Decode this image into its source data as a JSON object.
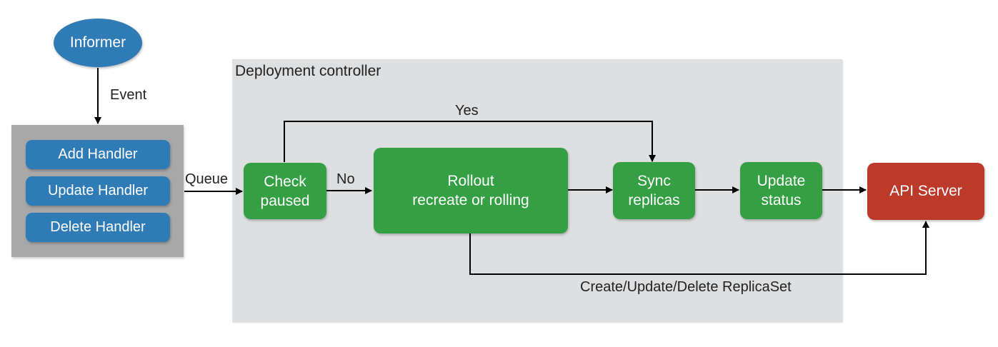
{
  "informer": {
    "label": "Informer"
  },
  "event_label": "Event",
  "handlers": [
    {
      "label": "Add Handler"
    },
    {
      "label": "Update Handler"
    },
    {
      "label": "Delete Handler"
    }
  ],
  "queue_label": "Queue",
  "controller": {
    "title": "Deployment controller"
  },
  "check_paused": {
    "line1": "Check",
    "line2": "paused"
  },
  "no_label": "No",
  "yes_label": "Yes",
  "rollout": {
    "line1": "Rollout",
    "line2": "recreate or rolling"
  },
  "sync_replicas": {
    "line1": "Sync",
    "line2": "replicas"
  },
  "update_status": {
    "line1": "Update",
    "line2": "status"
  },
  "api_server": {
    "label": "API Server"
  },
  "replicaset_label": "Create/Update/Delete ReplicaSet",
  "colors": {
    "blue_node": "#2f7bb5",
    "green_node": "#34a043",
    "red_node": "#bb3a2a",
    "handler_panel": "#a8a8a8",
    "controller_panel": "#dedfe0"
  }
}
